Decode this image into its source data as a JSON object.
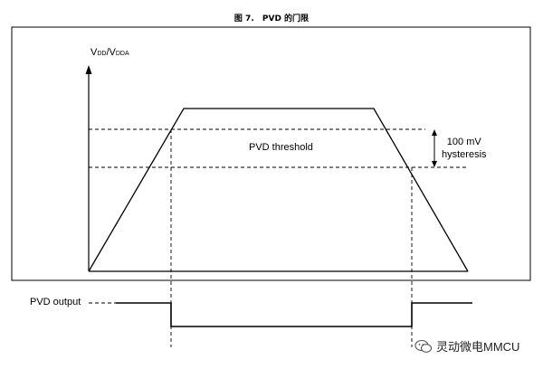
{
  "figure": {
    "label": "图 7.",
    "name": "PVD 的门限"
  },
  "axis": {
    "y_label_main1": "V",
    "y_label_sub1": "DD",
    "y_label_sep": "/V",
    "y_label_sub2": "DDA"
  },
  "labels": {
    "threshold": "PVD threshold",
    "hysteresis_line1": "100 mV",
    "hysteresis_line2": "hysteresis",
    "output": "PVD output"
  },
  "watermark": {
    "text": "灵动微电MMCU",
    "icon": "wechat-icon"
  }
}
